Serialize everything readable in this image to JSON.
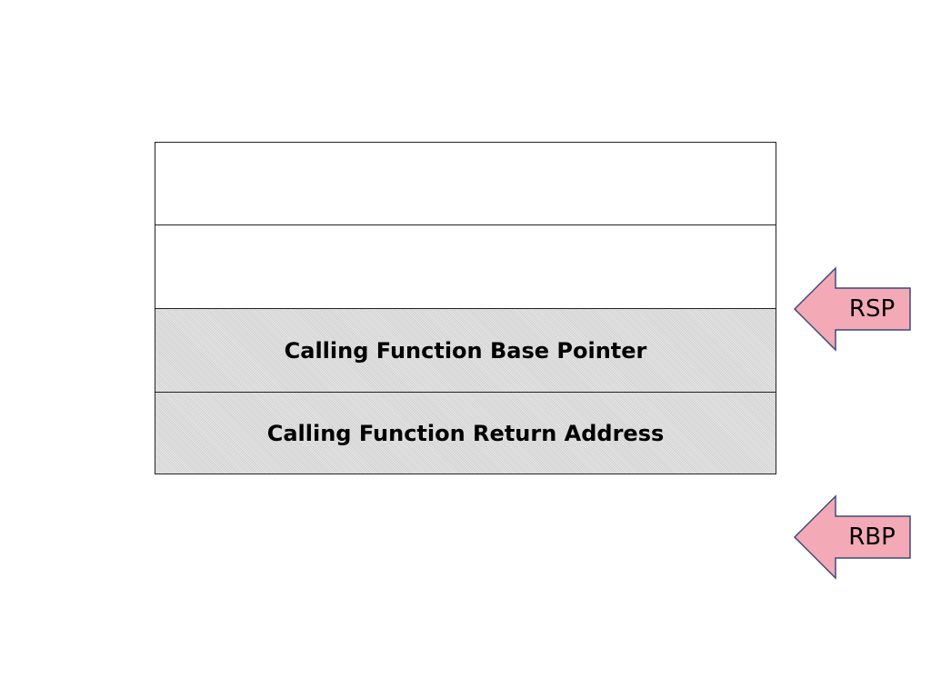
{
  "stack": {
    "slots": [
      {
        "label": ""
      },
      {
        "label": ""
      },
      {
        "label": "Calling Function Base Pointer"
      },
      {
        "label": "Calling Function Return Address"
      }
    ]
  },
  "pointers": {
    "rsp": {
      "label": "RSP"
    },
    "rbp": {
      "label": "RBP"
    }
  },
  "colors": {
    "arrow_fill": "#f4a9b6",
    "arrow_stroke": "#3b4a7a",
    "filled_slot": "#d9d9d9",
    "border": "#222222"
  }
}
